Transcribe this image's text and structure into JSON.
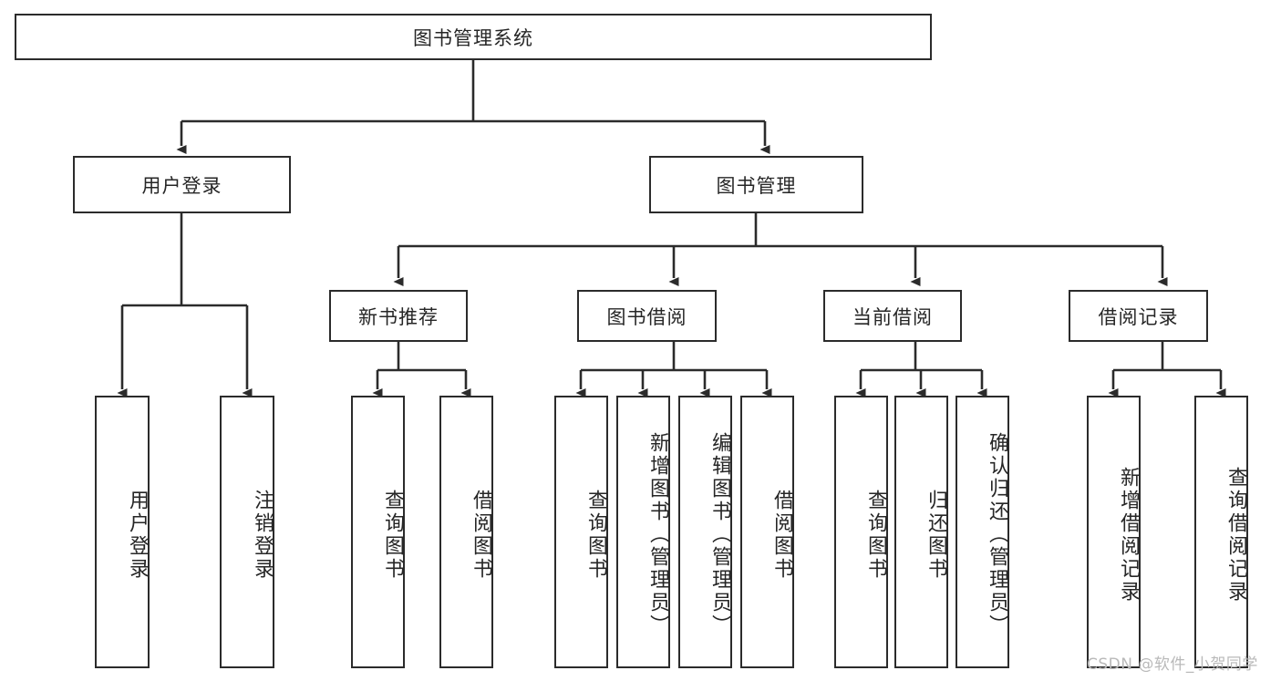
{
  "diagram": {
    "title": "图书管理系统",
    "type": "tree",
    "levels": 4,
    "root": {
      "id": "root",
      "label": "图书管理系统",
      "orientation": "horizontal"
    },
    "level2": [
      {
        "id": "user-login",
        "label": "用户登录",
        "orientation": "horizontal"
      },
      {
        "id": "book-manage",
        "label": "图书管理",
        "orientation": "horizontal"
      }
    ],
    "level3": [
      {
        "id": "new-book-recommend",
        "label": "新书推荐",
        "orientation": "horizontal"
      },
      {
        "id": "book-borrow",
        "label": "图书借阅",
        "orientation": "horizontal"
      },
      {
        "id": "current-borrow",
        "label": "当前借阅",
        "orientation": "horizontal"
      },
      {
        "id": "borrow-record",
        "label": "借阅记录",
        "orientation": "horizontal"
      }
    ],
    "leaves": [
      {
        "id": "leaf-user-login",
        "label": "用户登录",
        "parent": "user-login",
        "orientation": "vertical"
      },
      {
        "id": "leaf-user-logout",
        "label": "注销登录",
        "parent": "user-login",
        "orientation": "vertical"
      },
      {
        "id": "leaf-query-book-1",
        "label": "查询图书",
        "parent": "new-book-recommend",
        "orientation": "vertical"
      },
      {
        "id": "leaf-borrow-book-1",
        "label": "借阅图书",
        "parent": "new-book-recommend",
        "orientation": "vertical"
      },
      {
        "id": "leaf-query-book-2",
        "label": "查询图书",
        "parent": "book-borrow",
        "orientation": "vertical"
      },
      {
        "id": "leaf-add-book",
        "label": "新增图书（管理员）",
        "parent": "book-borrow",
        "orientation": "vertical"
      },
      {
        "id": "leaf-edit-book",
        "label": "编辑图书（管理员）",
        "parent": "book-borrow",
        "orientation": "vertical"
      },
      {
        "id": "leaf-borrow-book-2",
        "label": "借阅图书",
        "parent": "book-borrow",
        "orientation": "vertical"
      },
      {
        "id": "leaf-query-book-3",
        "label": "查询图书",
        "parent": "current-borrow",
        "orientation": "vertical"
      },
      {
        "id": "leaf-return-book",
        "label": "归还图书",
        "parent": "current-borrow",
        "orientation": "vertical"
      },
      {
        "id": "leaf-confirm-return",
        "label": "确认归还（管理员）",
        "parent": "current-borrow",
        "orientation": "vertical"
      },
      {
        "id": "leaf-add-record",
        "label": "新增借阅记录",
        "parent": "borrow-record",
        "orientation": "vertical"
      },
      {
        "id": "leaf-query-record",
        "label": "查询借阅记录",
        "parent": "borrow-record",
        "orientation": "vertical"
      }
    ],
    "colors": {
      "stroke": "#2b2b2b",
      "fill": "#ffffff",
      "text": "#262626",
      "watermark": "#b9b9b9"
    }
  },
  "watermark": {
    "text": "CSDN @软件_小贺同学"
  }
}
